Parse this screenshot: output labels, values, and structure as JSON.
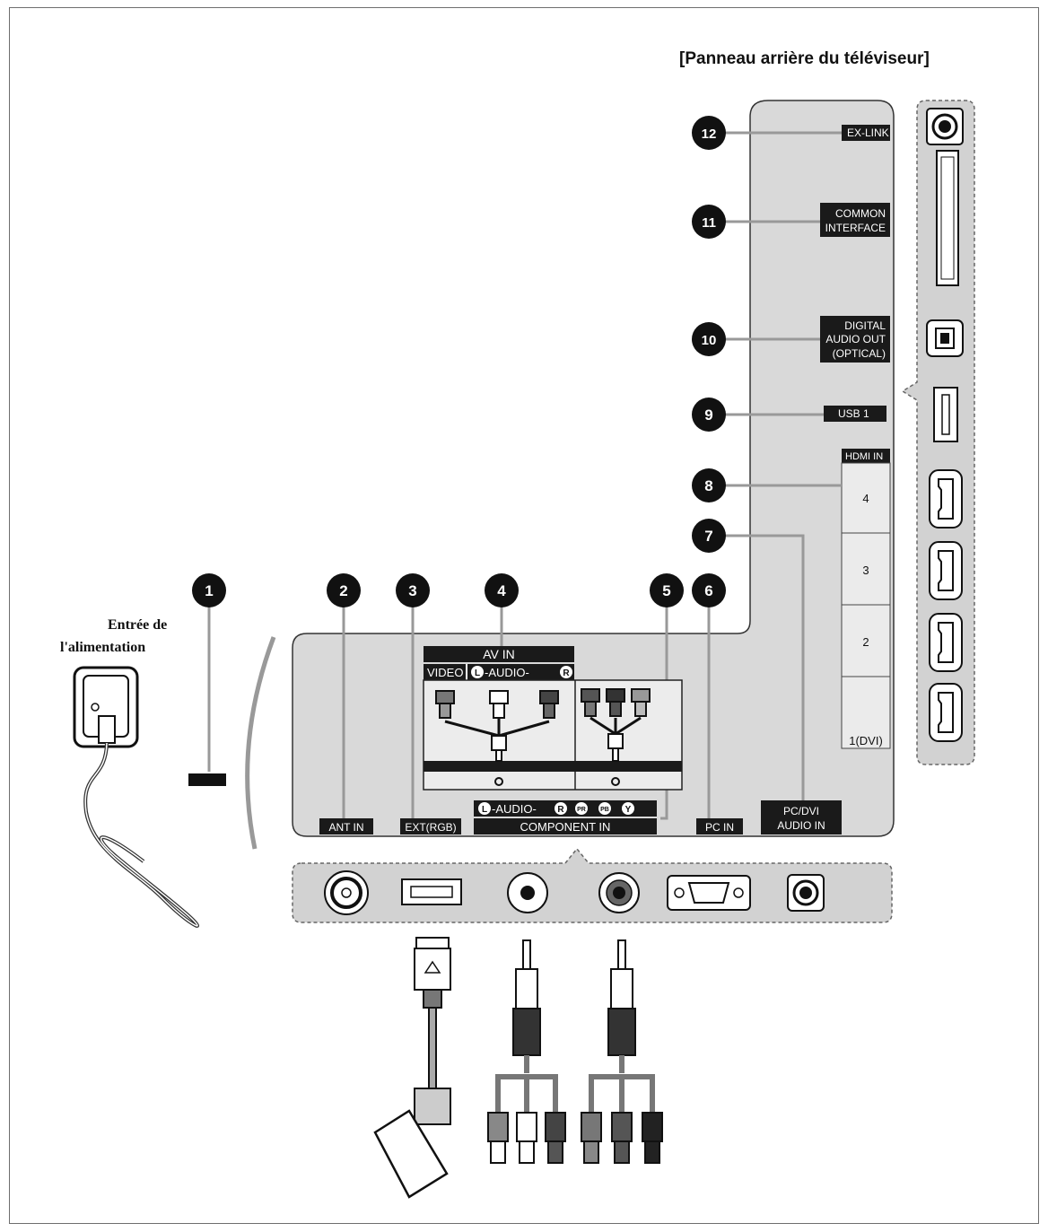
{
  "title": "[Panneau arrière du téléviseur]",
  "power_input_label": [
    "Entrée de",
    "l'alimentation"
  ],
  "callouts": [
    "1",
    "2",
    "3",
    "4",
    "5",
    "6",
    "7",
    "8",
    "9",
    "10",
    "11",
    "12"
  ],
  "side_labels": {
    "ex_link": "EX-LINK",
    "common_interface": [
      "COMMON",
      "INTERFACE"
    ],
    "digital_audio_out": [
      "DIGITAL",
      "AUDIO OUT",
      "(OPTICAL)"
    ],
    "usb": "USB 1",
    "hdmi_in": "HDMI IN",
    "hdmi_ports": [
      "4",
      "3",
      "2",
      "1(DVI)"
    ]
  },
  "bottom_labels": {
    "ant_in": "ANT IN",
    "ext_rgb": "EXT(RGB)",
    "av_in": "AV IN",
    "video": "VIDEO",
    "audio_lr": "-AUDIO-",
    "audio_l": "L",
    "audio_r": "R",
    "component_in": "COMPONENT IN",
    "pr": "PR",
    "pb": "PB",
    "y": "Y",
    "pc_in": "PC IN",
    "pc_dvi_audio_in": [
      "PC/DVI",
      "AUDIO IN"
    ]
  },
  "colors": {
    "panel": "#d9d9d9",
    "label_bg": "#1a1a1a",
    "accent": "#000000"
  }
}
